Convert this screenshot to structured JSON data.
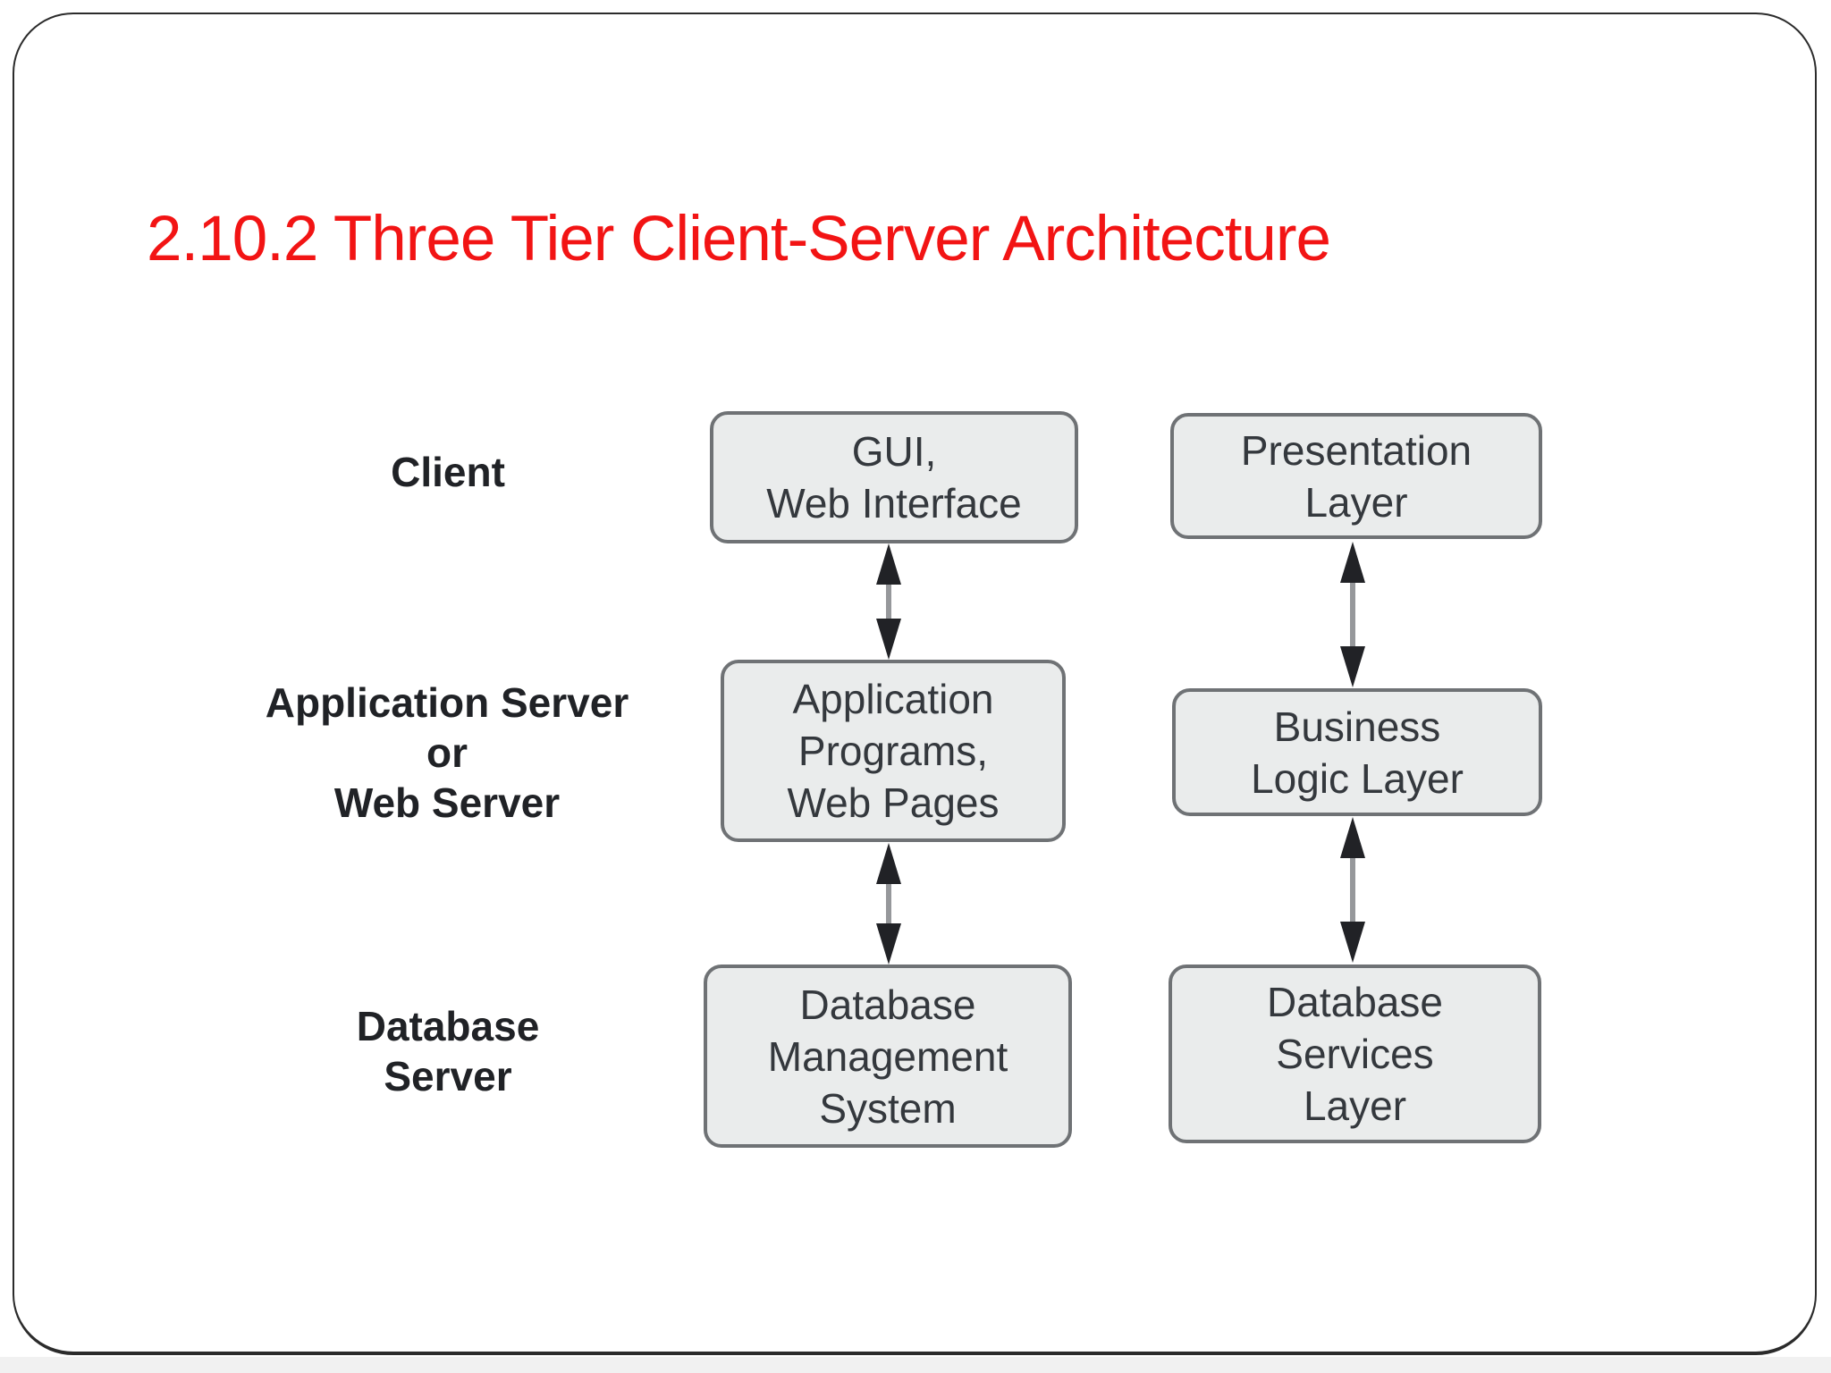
{
  "slide": {
    "title": "2.10.2 Three Tier Client-Server Architecture"
  },
  "colors": {
    "title_red": "#f21414",
    "box_fill": "#eaecec",
    "box_border": "#6f7275",
    "box_text": "#34383d",
    "label_text": "#202226",
    "arrow_head": "#212226",
    "arrow_shaft": "#96989b",
    "slide_border": "#2b2b2b"
  },
  "diagram": {
    "rows": [
      {
        "label": "Client",
        "tier_box": "GUI,\nWeb Interface",
        "layer_box": "Presentation\nLayer"
      },
      {
        "label": "Application Server\nor\nWeb Server",
        "tier_box": "Application\nPrograms,\nWeb Pages",
        "layer_box": "Business\nLogic Layer"
      },
      {
        "label": "Database\nServer",
        "tier_box": "Database\nManagement\nSystem",
        "layer_box": "Database\nServices\nLayer"
      }
    ],
    "icons": {
      "connector": "double-headed-vertical-arrow"
    }
  }
}
